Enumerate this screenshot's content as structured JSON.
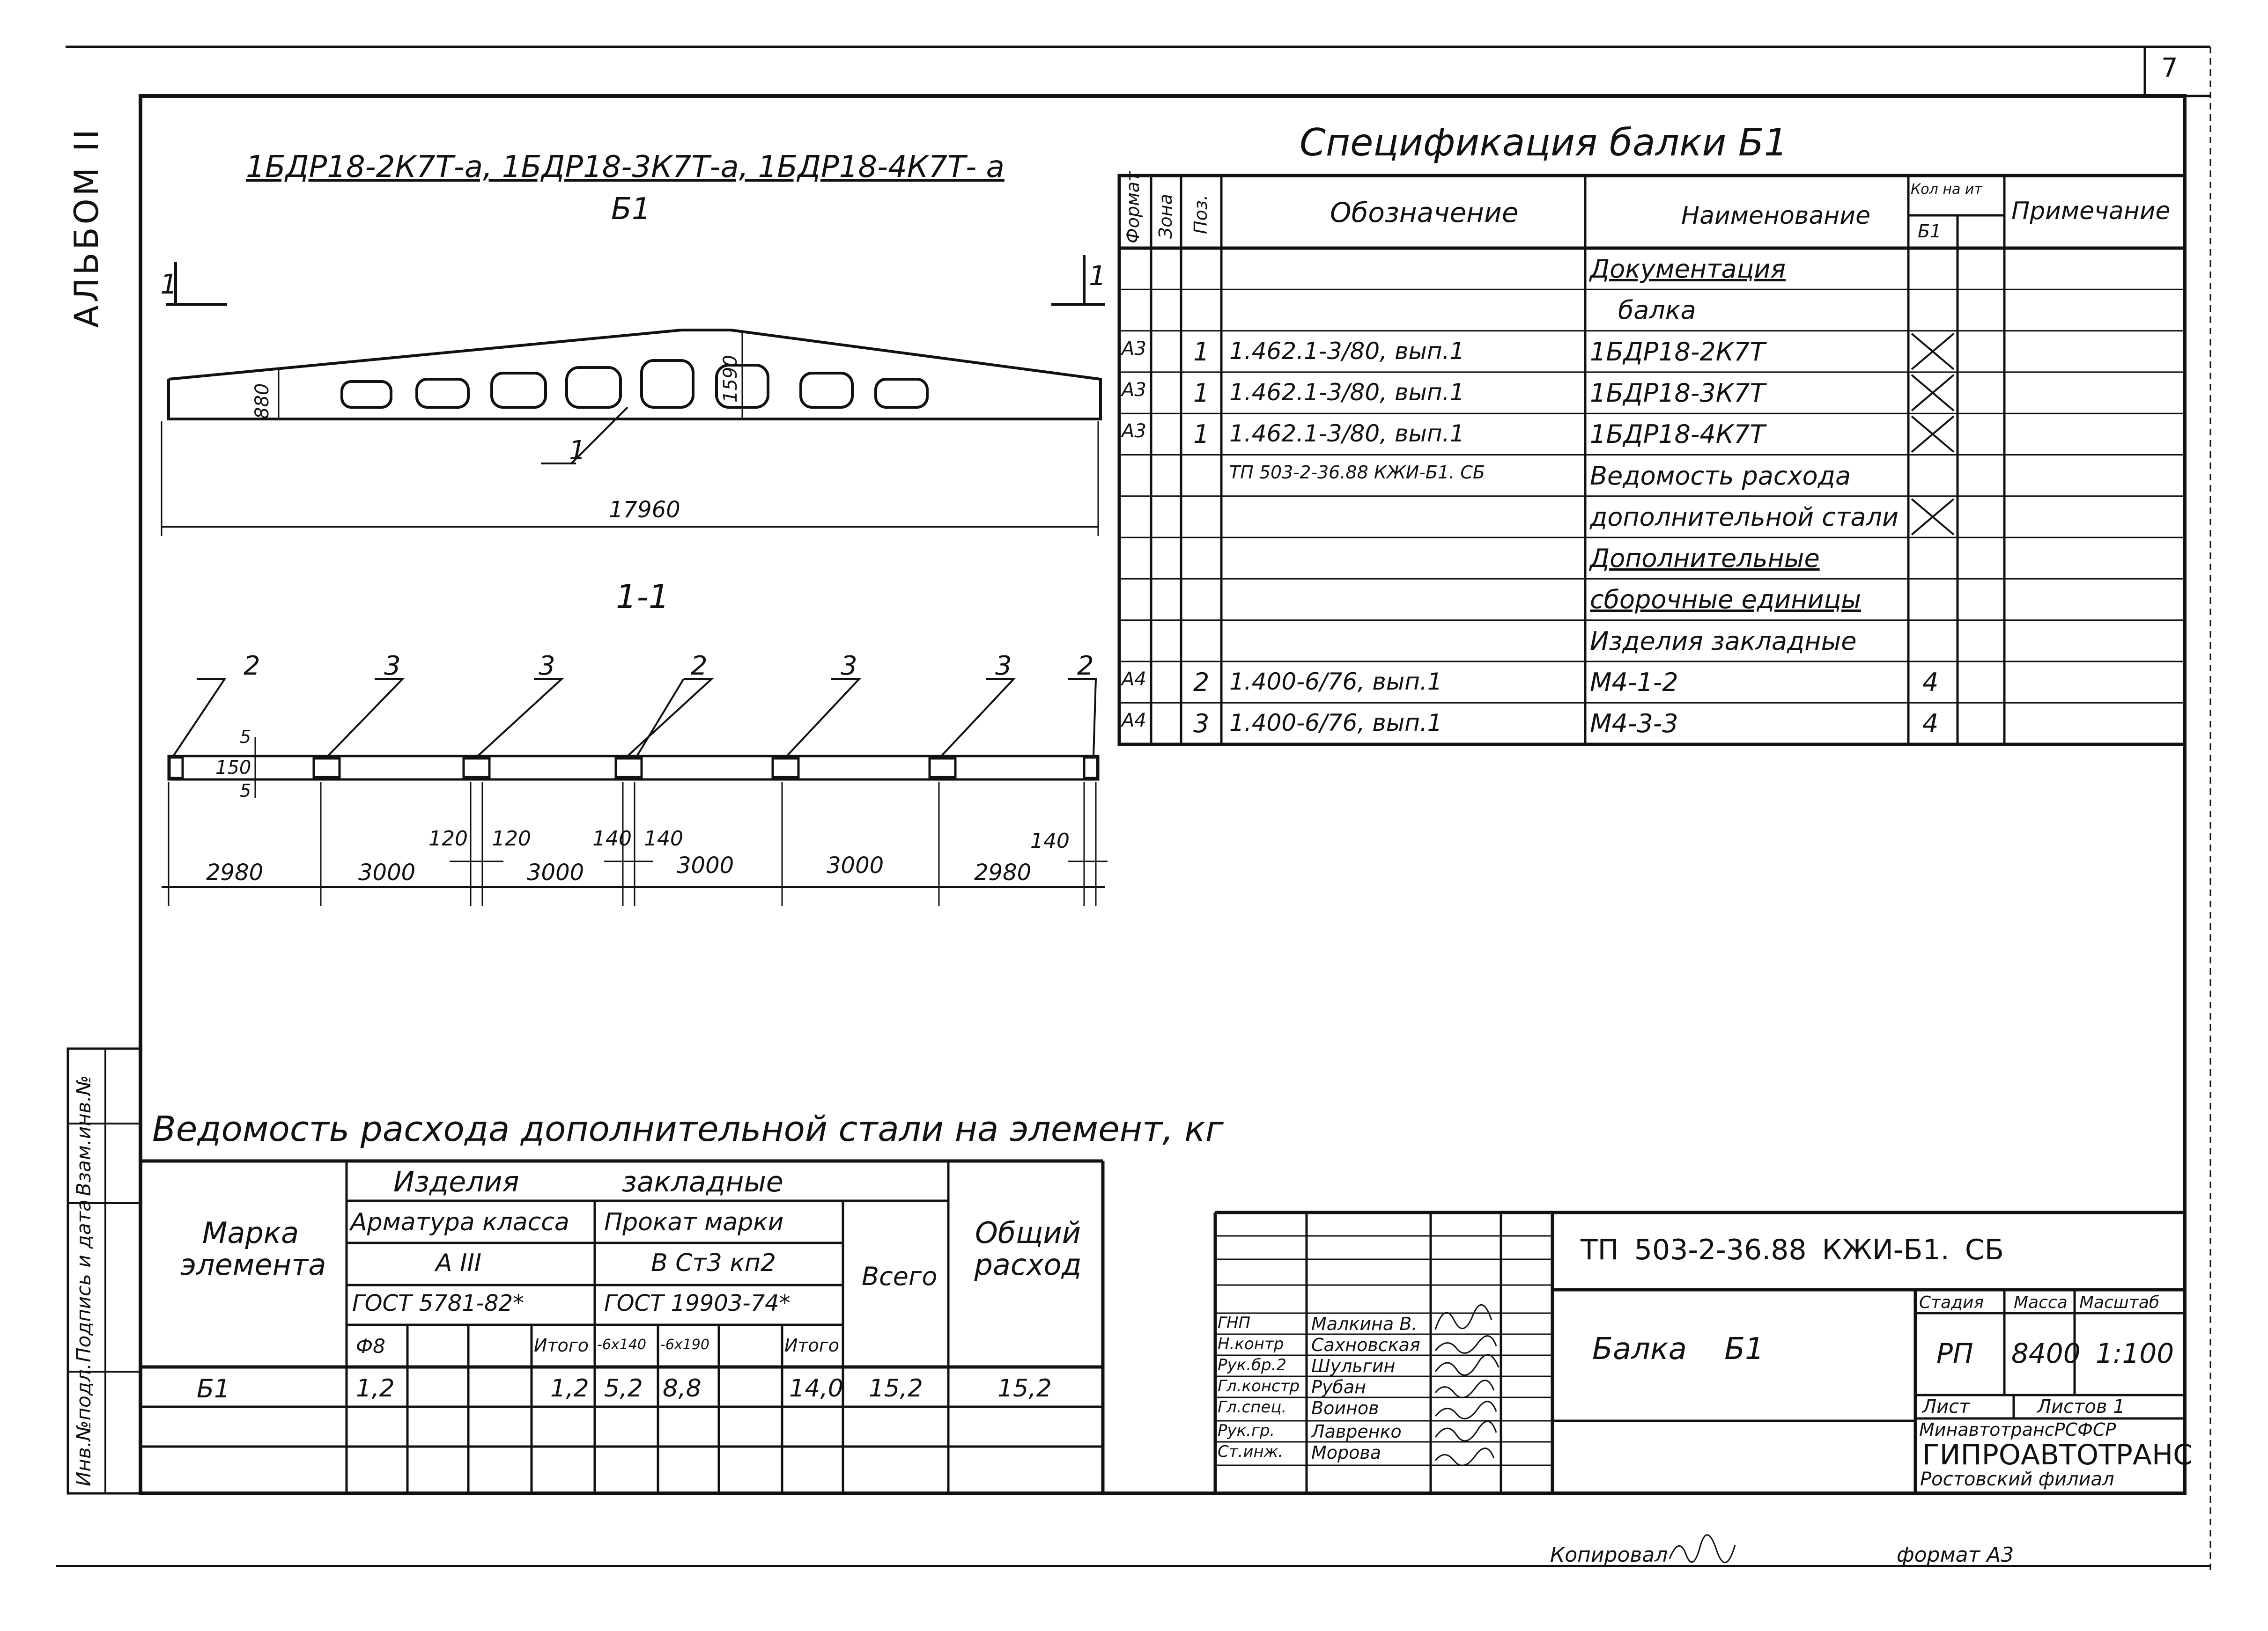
{
  "sheet": {
    "number": "7",
    "corner_stamp": "АЛЬБОМ II",
    "footer_copied": "Копировал",
    "footer_format": "формат А3"
  },
  "elevation": {
    "marks_title": "1БДР18-2К7Т-а, 1БДР18-3К7Т-а, 1БДР18-4К7Т- а",
    "element_title": "Б1",
    "section_marker": "1",
    "height_end": "880",
    "height_mid": "1590",
    "position_1": "1",
    "length": "17960"
  },
  "section": {
    "title": "1-1",
    "callouts": [
      "2",
      "3",
      "3",
      "2",
      "3",
      "3",
      "2"
    ],
    "dim_150": "150",
    "dim_5a": "5",
    "dim_5b": "5",
    "small_dims": [
      "120",
      "120",
      "140",
      "140",
      "140"
    ],
    "spans": [
      "2980",
      "3000",
      "3000",
      "3000",
      "3000",
      "2980"
    ]
  },
  "spec": {
    "title": "Спецификация балки Б1",
    "headers": {
      "format": "Формат",
      "zone": "Зона",
      "pos": "Поз.",
      "designation": "Обозначение",
      "name": "Наименование",
      "qty": "Кол на ит",
      "qty_sub": "Б1",
      "note": "Примечание"
    },
    "rows": [
      {
        "format": "",
        "pos": "",
        "designation": "",
        "name": "Документация",
        "qty": "",
        "cross": false
      },
      {
        "format": "",
        "pos": "",
        "designation": "",
        "name": "балка",
        "qty": "",
        "cross": false
      },
      {
        "format": "А3",
        "pos": "1",
        "designation": "1.462.1-3/80, вып.1",
        "name": "1БДР18-2К7Т",
        "qty": "",
        "cross": true
      },
      {
        "format": "А3",
        "pos": "1",
        "designation": "1.462.1-3/80, вып.1",
        "name": "1БДР18-3К7Т",
        "qty": "",
        "cross": true
      },
      {
        "format": "А3",
        "pos": "1",
        "designation": "1.462.1-3/80, вып.1",
        "name": "1БДР18-4К7Т",
        "qty": "",
        "cross": true
      },
      {
        "format": "",
        "pos": "",
        "designation": "ТП 503-2-36.88 КЖИ-Б1. СБ",
        "name": "Ведомость расхода",
        "qty": "",
        "cross": false
      },
      {
        "format": "",
        "pos": "",
        "designation": "",
        "name": "дополнительной стали",
        "qty": "",
        "cross": true
      },
      {
        "format": "",
        "pos": "",
        "designation": "",
        "name": "Дополнительные",
        "qty": "",
        "cross": false
      },
      {
        "format": "",
        "pos": "",
        "designation": "",
        "name": "сборочные единицы",
        "qty": "",
        "cross": false
      },
      {
        "format": "",
        "pos": "",
        "designation": "",
        "name": "Изделия закладные",
        "qty": "",
        "cross": false
      },
      {
        "format": "А4",
        "pos": "2",
        "designation": "1.400-6/76, вып.1",
        "name": "М4-1-2",
        "qty": "4",
        "cross": false
      },
      {
        "format": "А4",
        "pos": "3",
        "designation": "1.400-6/76, вып.1",
        "name": "М4-3-3",
        "qty": "4",
        "cross": false
      }
    ]
  },
  "steel": {
    "title": "Ведомость расхода дополнительной стали на элемент, кг",
    "h_mark": "Марка элемента",
    "h_products": "Изделия закладные",
    "h_rebar": "Арматура класса",
    "h_rebar_class": "А III",
    "h_rebar_gost": "ГОСТ 5781-82*",
    "h_rolled": "Прокат марки",
    "h_rolled_grade": "В Ст3 кп2",
    "h_rolled_gost": "ГОСТ 19903-74*",
    "h_total": "Всего",
    "h_general": "Общий расход",
    "sub": [
      "Ф8",
      "",
      "",
      "Итого",
      "-6х140",
      "-6х190",
      "",
      "Итого"
    ],
    "row": {
      "mark": "Б1",
      "f8": "1,2",
      "it1": "1,2",
      "p140": "5,2",
      "p190": "8,8",
      "it2": "14,0",
      "total": "15,2",
      "general": "15,2"
    }
  },
  "side_stamp": {
    "inv": "Инв.№подл.",
    "sign": "Подпись и дата",
    "vzam": "Взам.инв.№"
  },
  "title_block": {
    "code": "ТП 503-2-36.88 КЖИ-Б1. СБ",
    "name": "Балка Б1",
    "stage_h": "Стадия",
    "mass_h": "Масса",
    "scale_h": "Масштаб",
    "stage": "РП",
    "mass": "8400",
    "scale": "1:100",
    "sheet_h": "Лист",
    "sheets_h": "Листов 1",
    "org1": "МинавтотрансРСФСР",
    "org2": "ГИПРОАВТОТРАНС",
    "org3": "Ростовский филиал",
    "people": [
      {
        "role": "ГНП",
        "name": "Малкина В."
      },
      {
        "role": "Н.контр",
        "name": "Сахновская"
      },
      {
        "role": "Рук.бр.2",
        "name": "Шульгин"
      },
      {
        "role": "Гл.констр",
        "name": "Рубан"
      },
      {
        "role": "Гл.спец.",
        "name": "Воинов"
      },
      {
        "role": "Рук.гр.",
        "name": "Лавренко"
      },
      {
        "role": "Ст.инж.",
        "name": "Морова"
      }
    ]
  }
}
